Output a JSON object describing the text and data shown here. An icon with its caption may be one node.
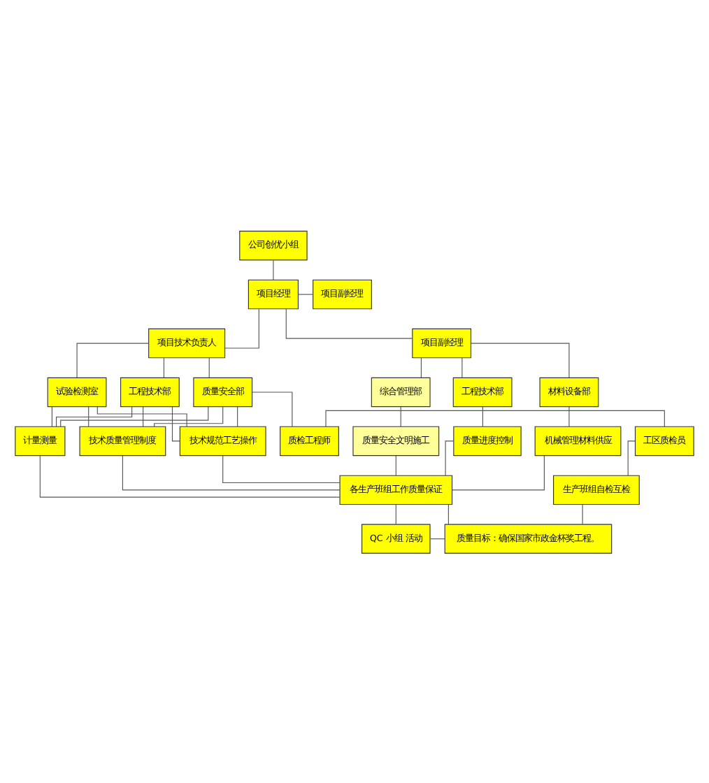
{
  "diagram": {
    "nodes": [
      {
        "text": [
          "公司创优小组"
        ]
      },
      {
        "text": [
          "项目经理"
        ]
      },
      {
        "text": [
          "项目副经理"
        ]
      },
      {
        "text": [
          "项目副经理"
        ]
      },
      {
        "text": [
          "项目技术负责人"
        ]
      },
      {
        "text": [
          "材料设备部"
        ]
      },
      {
        "text": [
          "综合管理部"
        ]
      },
      {
        "text": [
          "工程技术部"
        ]
      },
      {
        "text": [
          "工程技术部"
        ]
      },
      {
        "text": [
          "试验检测室"
        ]
      },
      {
        "text": [
          "质量安全部"
        ]
      },
      {
        "text": [
          "机械管理材料供应"
        ]
      },
      {
        "text": [
          "质量安全文明施工"
        ]
      },
      {
        "text": [
          "质量进度控制"
        ]
      },
      {
        "text": [
          "技术质量管理制度"
        ]
      },
      {
        "text": [
          "技术规范工艺操作"
        ]
      },
      {
        "text": [
          "计量测量"
        ]
      },
      {
        "text": [
          "质检工程师"
        ]
      },
      {
        "text": [
          "工区质检员"
        ]
      },
      {
        "text": [
          "生产班组自检互检"
        ]
      },
      {
        "text": [
          "各生产班组工作质量保证"
        ]
      },
      {
        "text": [
          "质量目标：确保国家市政金杯奖工程。"
        ]
      },
      {
        "text": [
          "QC 小组 活动"
        ]
      }
    ],
    "edges": [
      {
        "from": 0,
        "to": 1,
        "arrow": "none"
      },
      {
        "from": 1,
        "to": 2,
        "arrow": "none"
      },
      {
        "from": 1,
        "to": 3,
        "arrow": "none"
      },
      {
        "from": 1,
        "to": 4,
        "arrow": "none"
      },
      {
        "from": 3,
        "to": 5,
        "arrow": "none"
      },
      {
        "from": 3,
        "to": 6,
        "arrow": "none"
      },
      {
        "from": 3,
        "to": 7,
        "arrow": "none"
      },
      {
        "from": 4,
        "to": 8,
        "arrow": "none"
      },
      {
        "from": 4,
        "to": 9,
        "arrow": "none"
      },
      {
        "from": 4,
        "to": 10,
        "arrow": "none"
      },
      {
        "from": 5,
        "to": 11,
        "arrow": "none"
      },
      {
        "from": 6,
        "to": 12,
        "arrow": "none"
      },
      {
        "from": 7,
        "to": 13,
        "arrow": "none"
      },
      {
        "from": 8,
        "to": 14,
        "arrow": "none"
      },
      {
        "from": 8,
        "to": 15,
        "arrow": "none"
      },
      {
        "from": 8,
        "to": 16,
        "arrow": "none"
      },
      {
        "from": 9,
        "to": 14,
        "arrow": "none"
      },
      {
        "from": 9,
        "to": 15,
        "arrow": "none"
      },
      {
        "from": 9,
        "to": 16,
        "arrow": "none"
      },
      {
        "from": 10,
        "to": 14,
        "arrow": "none"
      },
      {
        "from": 10,
        "to": 15,
        "arrow": "none"
      },
      {
        "from": 10,
        "to": 16,
        "arrow": "none"
      },
      {
        "from": 10,
        "to": 17,
        "arrow": "none"
      },
      {
        "from": 17,
        "to": 18,
        "arrow": "none"
      },
      {
        "from": 18,
        "to": 19,
        "arrow": "none"
      },
      {
        "from": 11,
        "to": 20,
        "arrow": "none"
      },
      {
        "from": 12,
        "to": 20,
        "arrow": "none"
      },
      {
        "from": 13,
        "to": 20,
        "arrow": "none"
      },
      {
        "from": 14,
        "to": 20,
        "arrow": "none"
      },
      {
        "from": 15,
        "to": 20,
        "arrow": "none"
      },
      {
        "from": 16,
        "to": 20,
        "arrow": "none"
      },
      {
        "from": 19,
        "to": 21,
        "arrow": "none"
      },
      {
        "from": 20,
        "to": 21,
        "arrow": "none"
      },
      {
        "from": 20,
        "to": 22,
        "arrow": "none"
      },
      {
        "from": 22,
        "to": 21,
        "arrow": "none"
      }
    ]
  }
}
